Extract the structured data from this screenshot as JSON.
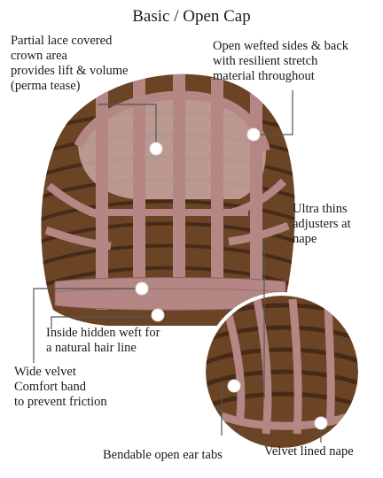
{
  "title": "Basic / Open Cap",
  "labels": {
    "lace_crown": [
      "Partial lace covered",
      "crown area",
      "provides lift & volume",
      "(perma tease)"
    ],
    "open_wefted": [
      "Open wefted sides & back",
      "with resilient stretch",
      "material throughout"
    ],
    "adjusters": [
      "Ultra thins",
      "adjusters at",
      "nape"
    ],
    "hidden_weft": [
      "Inside hidden weft for",
      "a natural hair line"
    ],
    "velvet_band": [
      "Wide velvet",
      "Comfort band",
      "to prevent friction"
    ],
    "ear_tabs": [
      "Bendable open ear tabs"
    ],
    "velvet_nape": [
      "Velvet lined nape"
    ]
  },
  "colors": {
    "band": "#b48684",
    "band_dark": "#8e6262",
    "hair": "#6b4426",
    "hair_dark": "#3e2616",
    "lace": "#c9a8a5",
    "callout": "#ffffff",
    "leader": "#555555"
  }
}
